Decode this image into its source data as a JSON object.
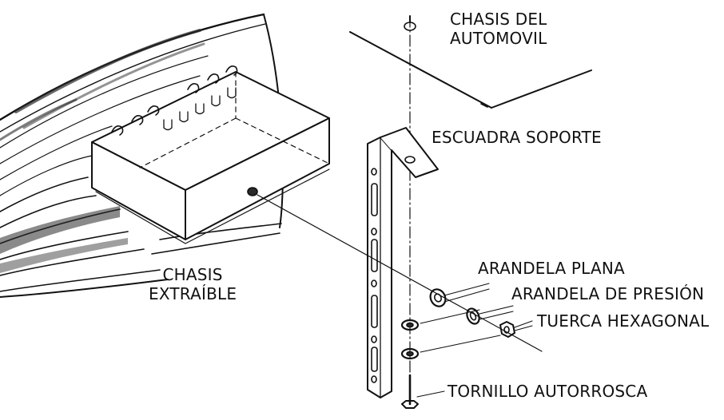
{
  "labels": {
    "chasis_automovil": [
      "CHASIS DEL",
      "AUTOMOVIL"
    ],
    "escuadra_soporte": "ESCUADRA SOPORTE",
    "chasis_extraible": [
      "CHASIS",
      "EXTRAÍBLE"
    ],
    "arandela_plana": "ARANDELA PLANA",
    "arandela_presion": "ARANDELA DE PRESIÓN",
    "tuerca_hexagonal": "TUERCA HEXAGONAL",
    "tornillo_autorrosca": "TORNILLO AUTORROSCA"
  },
  "colors": {
    "ink": "#111111",
    "background": "#ffffff",
    "shade": "#2a2a2a"
  }
}
